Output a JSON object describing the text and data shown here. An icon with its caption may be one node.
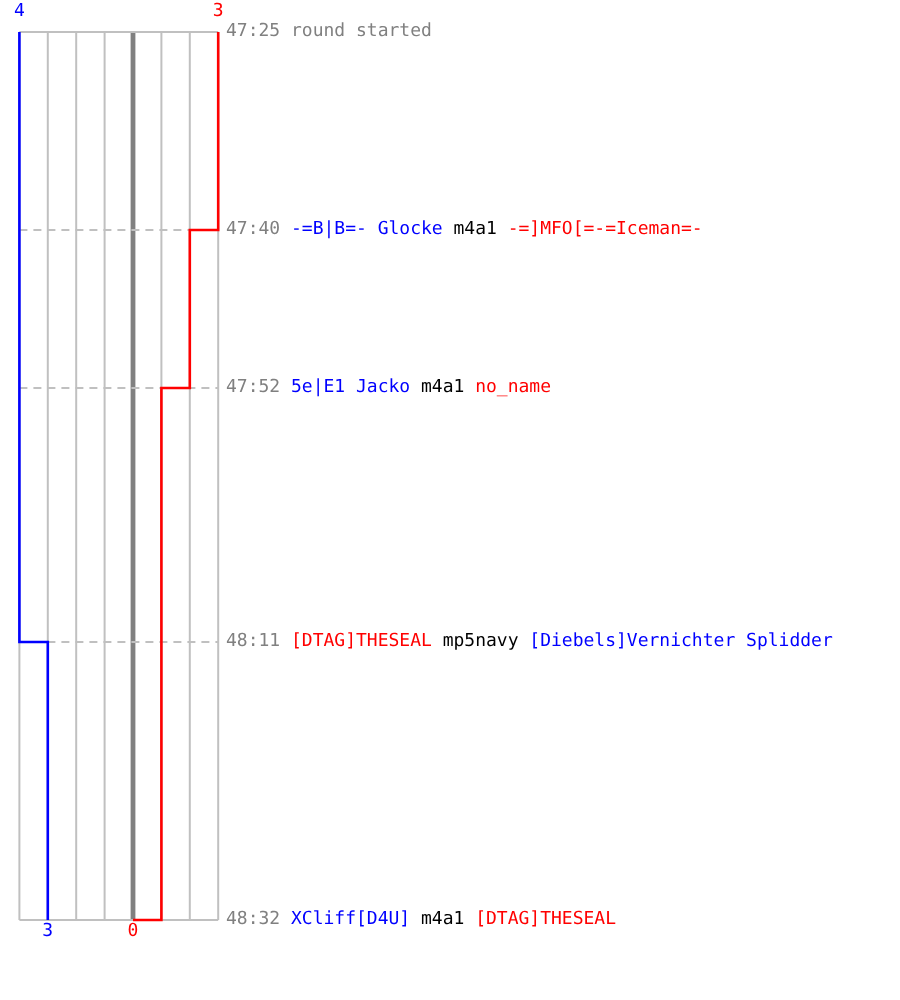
{
  "diagram": {
    "labels": [
      "4",
      "3",
      "47:25",
      "round started",
      "47:40",
      "-=B|B=- Glocke",
      "m4a1",
      "-=]MFO[=-=Iceman=-",
      "47:52",
      "5e|E1 Jacko",
      "m4a1",
      "no_name",
      "48:11",
      "[DTAG]THESEAL",
      "mp5navy",
      "[Diebels]Vernichter Splidder",
      "3",
      "0",
      "48:32",
      "XCliff[D4U]",
      "m4a1",
      "[DTAG]THESEAL"
    ]
  }
}
